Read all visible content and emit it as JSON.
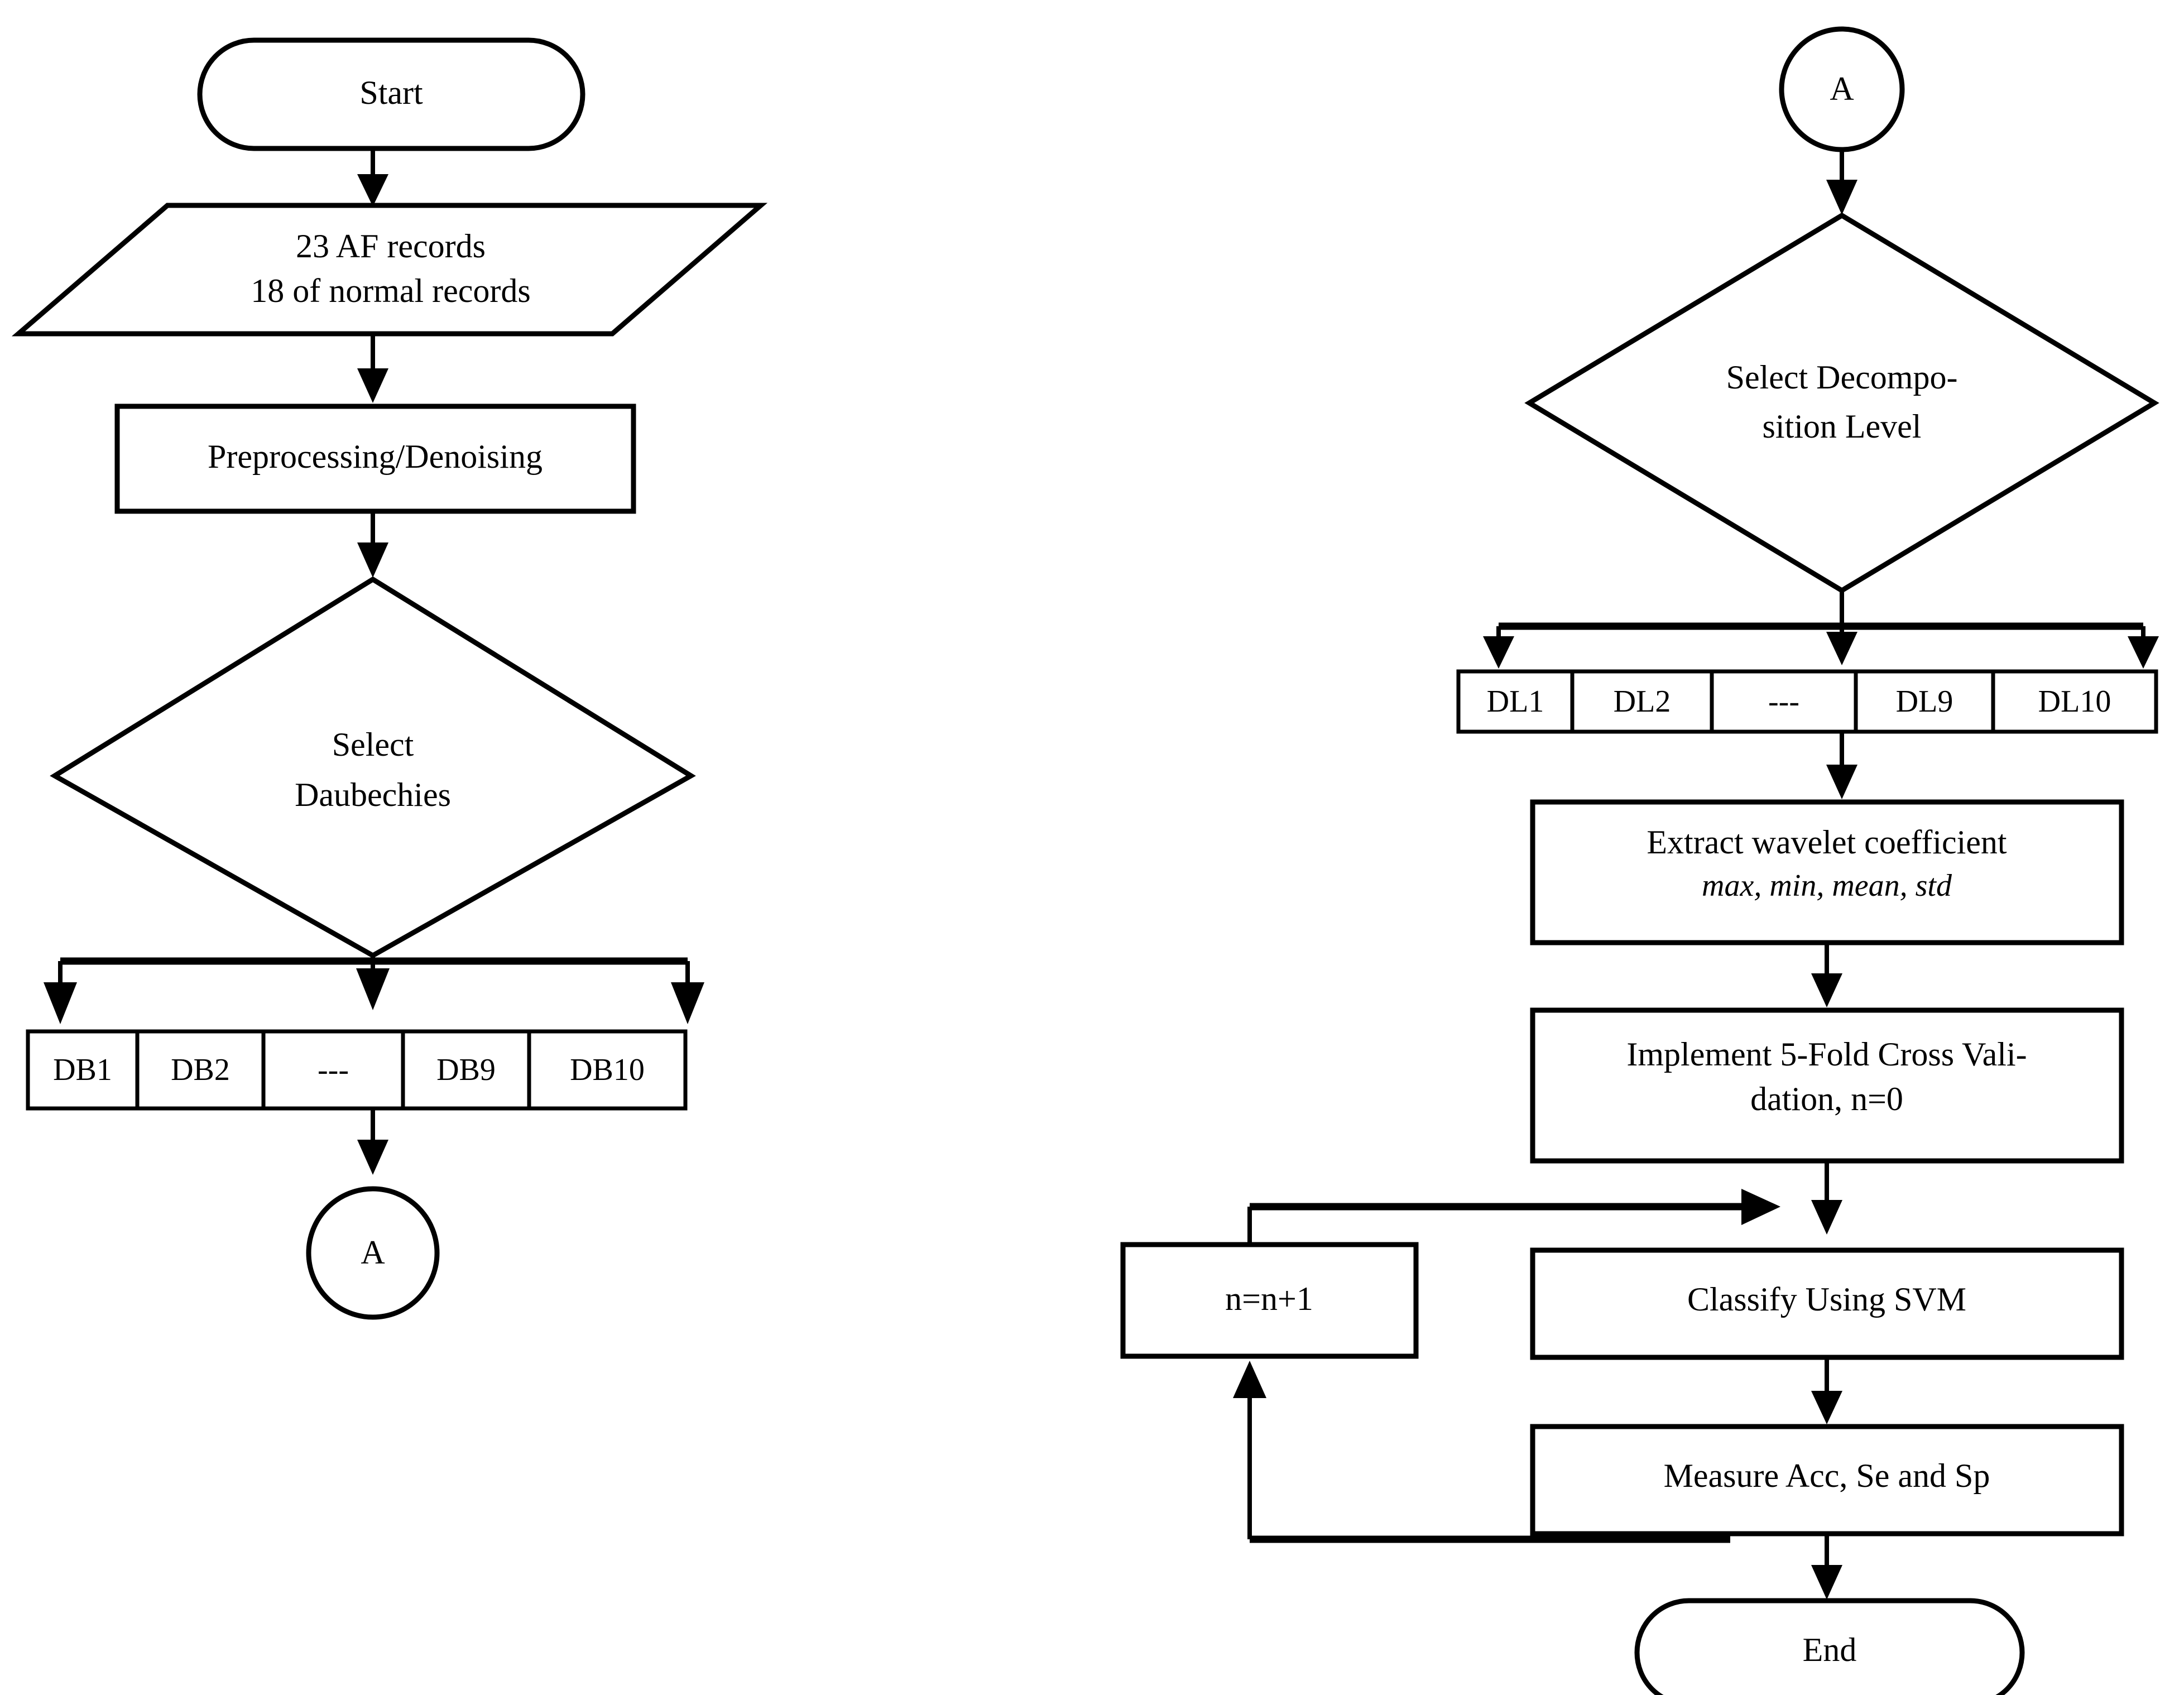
{
  "diagram": {
    "title": "ECG AF classification flowchart",
    "colors": {
      "stroke": "#000000",
      "fill": "#ffffff",
      "background": "#ffffff"
    },
    "left_column": {
      "start": {
        "label": "Start",
        "shape": "terminator"
      },
      "input_records": {
        "shape": "parallelogram",
        "line1": "23 AF records",
        "line2": "18 of normal records"
      },
      "preprocessing": {
        "label": "Preprocessing/Denoising",
        "shape": "process"
      },
      "select_daubechies": {
        "shape": "decision",
        "line1": "Select",
        "line2": "Daubechies"
      },
      "db_cells": [
        "DB1",
        "DB2",
        "---",
        "DB9",
        "DB10"
      ],
      "connector_out": {
        "label": "A",
        "shape": "connector"
      }
    },
    "right_column": {
      "connector_in": {
        "label": "A",
        "shape": "connector"
      },
      "select_decomposition": {
        "shape": "decision",
        "line1": "Select Decompo-",
        "line2": "sition Level"
      },
      "dl_cells": [
        "DL1",
        "DL2",
        "---",
        "DL9",
        "DL10"
      ],
      "extract_wavelet": {
        "shape": "process",
        "line1": "Extract wavelet coefficient",
        "line2": "max, min, mean, std"
      },
      "cross_validation": {
        "shape": "process",
        "line1": "Implement 5-Fold Cross Vali-",
        "line2": "dation, n=0"
      },
      "increment": {
        "label": "n=n+1",
        "shape": "process"
      },
      "classify": {
        "label": "Classify Using SVM",
        "shape": "process"
      },
      "measure": {
        "label": "Measure Acc, Se and Sp",
        "shape": "process"
      },
      "end": {
        "label": "End",
        "shape": "terminator"
      }
    }
  }
}
